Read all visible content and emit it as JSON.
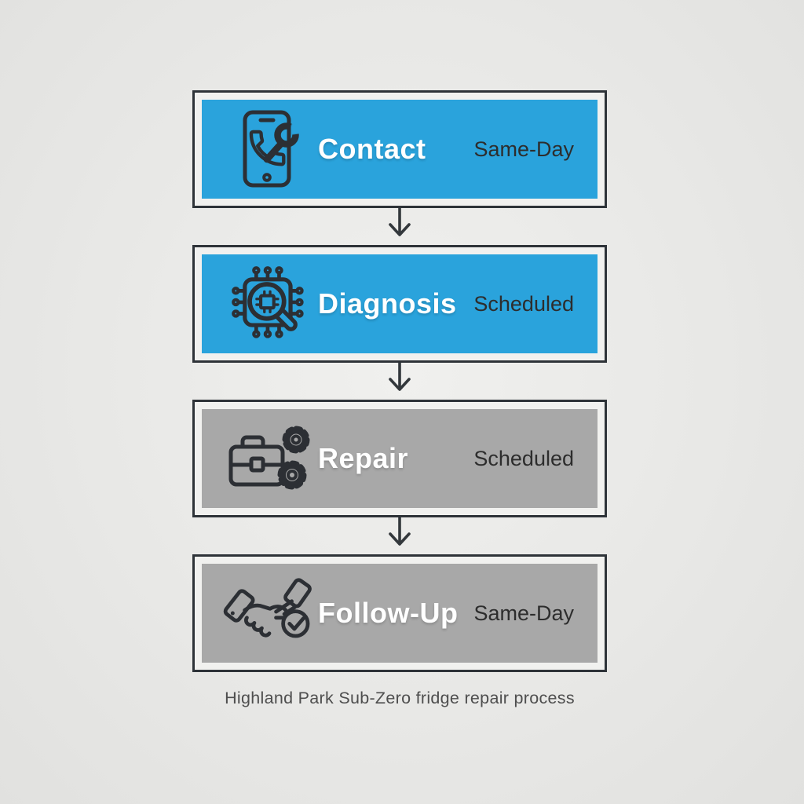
{
  "page": {
    "background_color": "#e8e8e6",
    "caption": "Highland Park Sub-Zero fridge repair process"
  },
  "flow": {
    "steps": [
      {
        "title": "Contact",
        "status": "Same-Day",
        "icon": "phone-wrench-icon",
        "fill_color": "#2aa3dc",
        "title_color": "#ffffff"
      },
      {
        "title": "Diagnosis",
        "status": "Scheduled",
        "icon": "chip-magnifier-icon",
        "fill_color": "#2aa3dc",
        "title_color": "#ffffff"
      },
      {
        "title": "Repair",
        "status": "Scheduled",
        "icon": "toolbox-gears-icon",
        "fill_color": "#a8a8a8",
        "title_color": "#ffffff"
      },
      {
        "title": "Follow-Up",
        "status": "Same-Day",
        "icon": "handshake-check-icon",
        "fill_color": "#a8a8a8",
        "title_color": "#ffffff"
      }
    ],
    "connector_icon": "down-arrow-icon",
    "colors": {
      "box_border": "#2e3338",
      "box_inner_margin": "#f1f1ef",
      "arrow": "#33383c",
      "status_text": "#2d2d2d",
      "icon_stroke": "#2c2f34"
    }
  }
}
